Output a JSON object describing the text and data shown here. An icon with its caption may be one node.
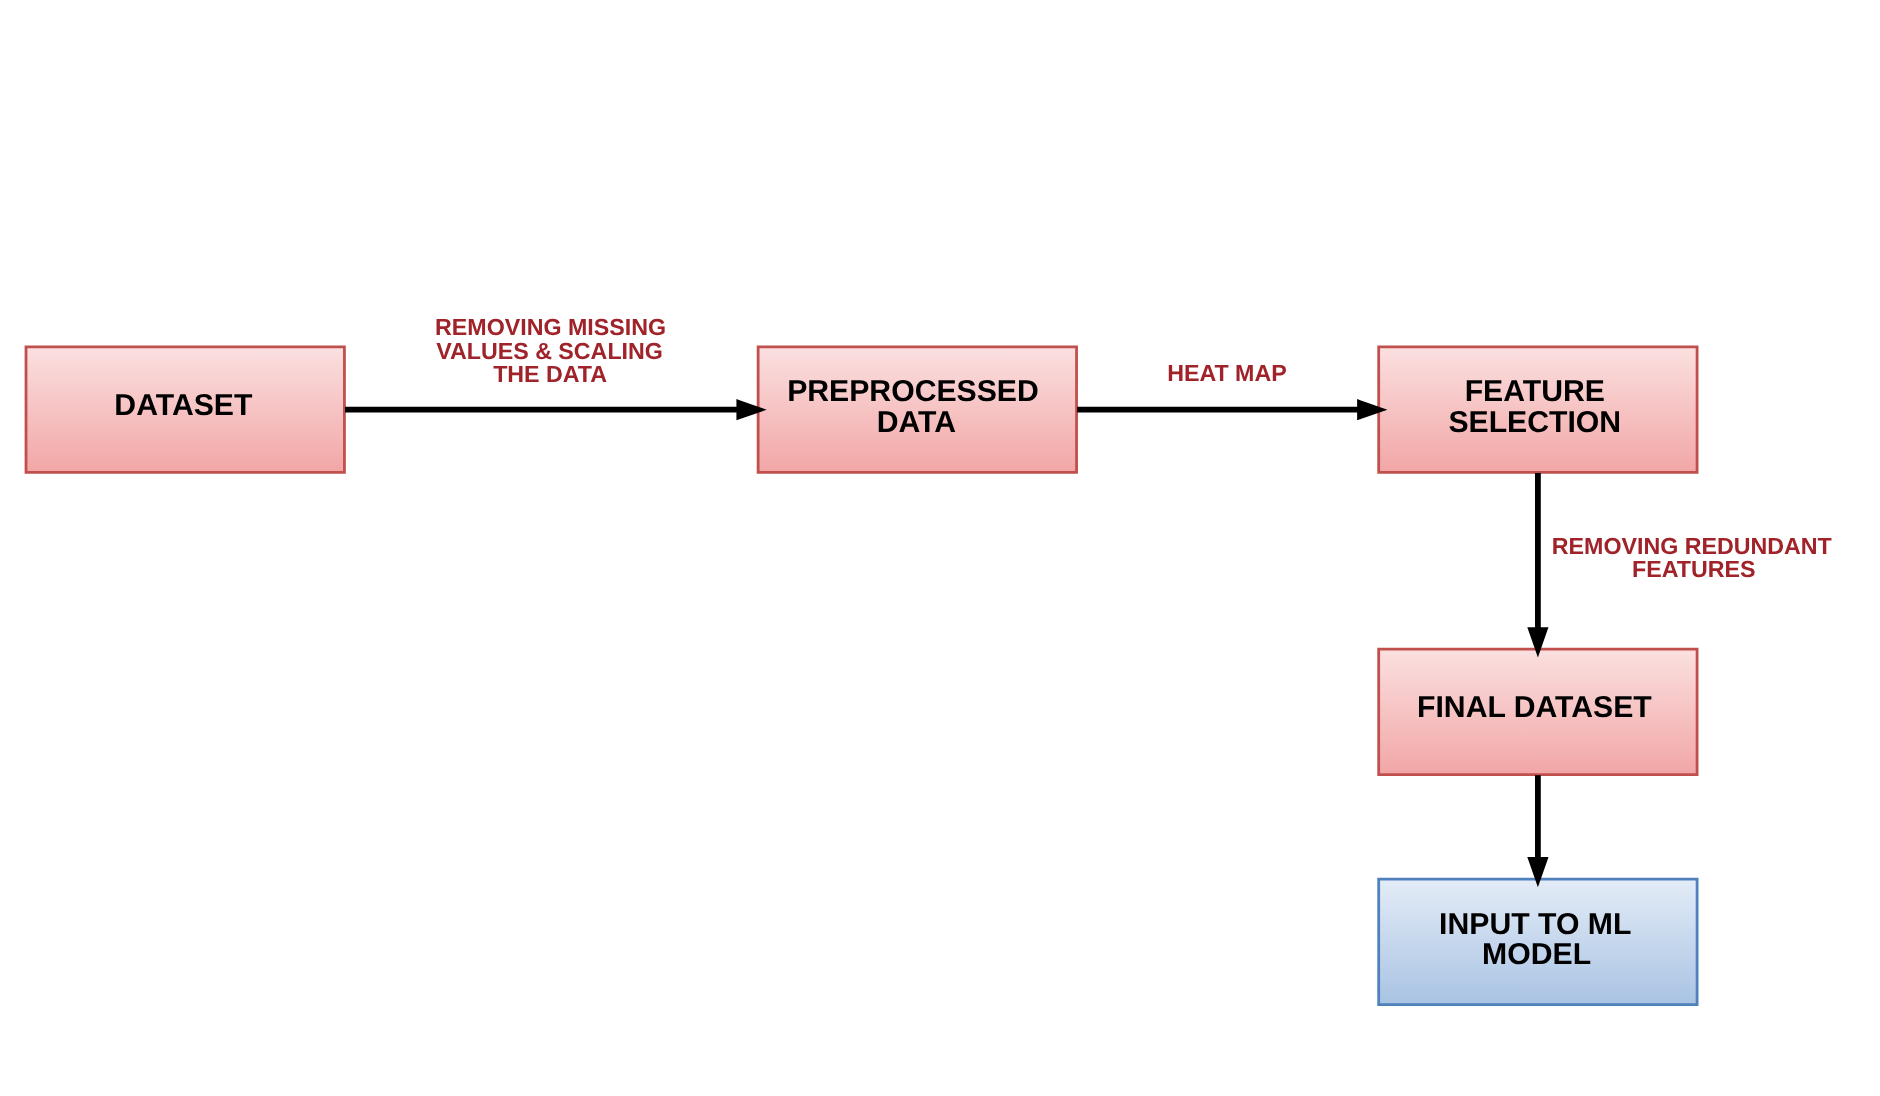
{
  "diagram": {
    "nodes": [
      {
        "text": [
          "DATASET"
        ]
      },
      {
        "text": [
          "PREPROCESSED DATA"
        ]
      },
      {
        "text": [
          "FEATURE SELECTION"
        ]
      },
      {
        "text": [
          "FINAL DATASET"
        ]
      },
      {
        "text": [
          "INPUT TO ML MODEL"
        ]
      }
    ],
    "edges": [
      {
        "from": 0,
        "to": 1,
        "arrow": "to",
        "label": "REMOVING MISSING VALUES & SCALING THE DATA"
      },
      {
        "from": 1,
        "to": 2,
        "arrow": "to",
        "label": "HEAT MAP"
      },
      {
        "from": 2,
        "to": 3,
        "arrow": "to",
        "label": "REMOVING REDUNDANT FEATURES"
      },
      {
        "from": 3,
        "to": 4,
        "arrow": "to"
      }
    ]
  }
}
